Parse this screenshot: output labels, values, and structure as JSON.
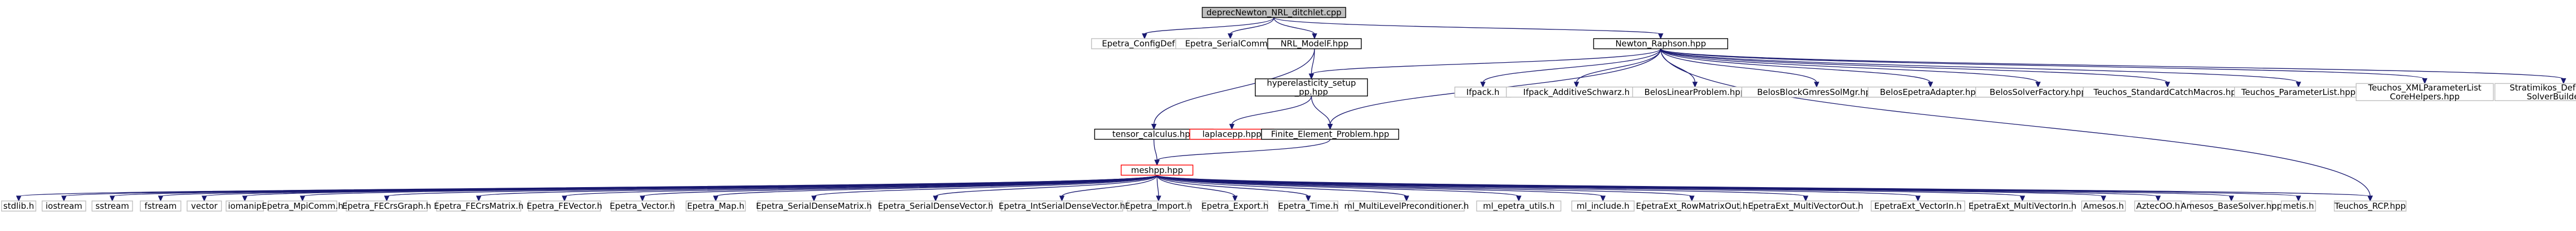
{
  "colors": {
    "edge": "#191970",
    "normal_border": "#000000",
    "system_border": "#bfbfbf",
    "missing_border": "#ff0000",
    "root_fill": "#bfbfbf",
    "default_fill": "#ffffff"
  },
  "nodes": [
    {
      "id": "root",
      "label": "deprecNewton_NRL_ditchlet.cpp",
      "kind": "root"
    },
    {
      "id": "configdefs",
      "label": "Epetra_ConfigDefs.h",
      "kind": "system"
    },
    {
      "id": "serialcomm",
      "label": "Epetra_SerialComm.h",
      "kind": "system"
    },
    {
      "id": "nrlmodel",
      "label": "NRL_ModelF.hpp",
      "kind": "normal"
    },
    {
      "id": "newton",
      "label": "Newton_Raphson.hpp",
      "kind": "normal"
    },
    {
      "id": "hyper",
      "label": [
        "hyperelasticity_setup",
        "_pp.hpp"
      ],
      "kind": "normal"
    },
    {
      "id": "tensor",
      "label": "tensor_calculus.hpp",
      "kind": "normal"
    },
    {
      "id": "laplacepp",
      "label": "laplacepp.hpp",
      "kind": "missing"
    },
    {
      "id": "fep",
      "label": "Finite_Element_Problem.hpp",
      "kind": "normal"
    },
    {
      "id": "meshpp",
      "label": "meshpp.hpp",
      "kind": "missing"
    },
    {
      "id": "ifpack",
      "label": "Ifpack.h",
      "kind": "system"
    },
    {
      "id": "ifpackas",
      "label": "Ifpack_AdditiveSchwarz.h",
      "kind": "system"
    },
    {
      "id": "belp",
      "label": "BelosLinearProblem.hpp",
      "kind": "system"
    },
    {
      "id": "belbg",
      "label": "BelosBlockGmresSolMgr.hpp",
      "kind": "system"
    },
    {
      "id": "belea",
      "label": "BelosEpetraAdapter.hpp",
      "kind": "system"
    },
    {
      "id": "belsf",
      "label": "BelosSolverFactory.hpp",
      "kind": "system"
    },
    {
      "id": "teuscm",
      "label": "Teuchos_StandardCatchMacros.hpp",
      "kind": "system"
    },
    {
      "id": "teupl",
      "label": "Teuchos_ParameterList.hpp",
      "kind": "system"
    },
    {
      "id": "teuxml",
      "label": [
        "Teuchos_XMLParameterList",
        "CoreHelpers.hpp"
      ],
      "kind": "system"
    },
    {
      "id": "strat",
      "label": [
        "Stratimikos_DefaultLinear",
        "SolverBuilder.hpp"
      ],
      "kind": "system"
    },
    {
      "id": "stdlib",
      "label": "stdlib.h",
      "kind": "system"
    },
    {
      "id": "iostream",
      "label": "iostream",
      "kind": "system"
    },
    {
      "id": "sstream",
      "label": "sstream",
      "kind": "system"
    },
    {
      "id": "fstream",
      "label": "fstream",
      "kind": "system"
    },
    {
      "id": "vector",
      "label": "vector",
      "kind": "system"
    },
    {
      "id": "iomanip",
      "label": "iomanip",
      "kind": "system"
    },
    {
      "id": "mpicomm",
      "label": "Epetra_MpiComm.h",
      "kind": "system"
    },
    {
      "id": "fecrsgraph",
      "label": "Epetra_FECrsGraph.h",
      "kind": "system"
    },
    {
      "id": "fecrsmatrix",
      "label": "Epetra_FECrsMatrix.h",
      "kind": "system"
    },
    {
      "id": "fevector",
      "label": "Epetra_FEVector.h",
      "kind": "system"
    },
    {
      "id": "evector",
      "label": "Epetra_Vector.h",
      "kind": "system"
    },
    {
      "id": "emap",
      "label": "Epetra_Map.h",
      "kind": "system"
    },
    {
      "id": "sdmatrix",
      "label": "Epetra_SerialDenseMatrix.h",
      "kind": "system"
    },
    {
      "id": "sdvector",
      "label": "Epetra_SerialDenseVector.h",
      "kind": "system"
    },
    {
      "id": "isdvector",
      "label": "Epetra_IntSerialDenseVector.h",
      "kind": "system"
    },
    {
      "id": "eimport",
      "label": "Epetra_Import.h",
      "kind": "system"
    },
    {
      "id": "eexport",
      "label": "Epetra_Export.h",
      "kind": "system"
    },
    {
      "id": "etime",
      "label": "Epetra_Time.h",
      "kind": "system"
    },
    {
      "id": "mlprec",
      "label": "ml_MultiLevelPreconditioner.h",
      "kind": "system"
    },
    {
      "id": "mlepetra",
      "label": "ml_epetra_utils.h",
      "kind": "system"
    },
    {
      "id": "mlinclude",
      "label": "ml_include.h",
      "kind": "system"
    },
    {
      "id": "extrow",
      "label": "EpetraExt_RowMatrixOut.h",
      "kind": "system"
    },
    {
      "id": "extmvout",
      "label": "EpetraExt_MultiVectorOut.h",
      "kind": "system"
    },
    {
      "id": "extvin",
      "label": "EpetraExt_VectorIn.h",
      "kind": "system"
    },
    {
      "id": "extmvin",
      "label": "EpetraExt_MultiVectorIn.h",
      "kind": "system"
    },
    {
      "id": "amesos",
      "label": "Amesos.h",
      "kind": "system"
    },
    {
      "id": "aztec",
      "label": "AztecOO.h",
      "kind": "system"
    },
    {
      "id": "amesosbase",
      "label": "Amesos_BaseSolver.hpp",
      "kind": "system"
    },
    {
      "id": "metis",
      "label": "metis.h",
      "kind": "system"
    },
    {
      "id": "teurcp",
      "label": "Teuchos_RCP.hpp",
      "kind": "system"
    }
  ],
  "edges": [
    [
      "root",
      "configdefs"
    ],
    [
      "root",
      "serialcomm"
    ],
    [
      "root",
      "nrlmodel"
    ],
    [
      "root",
      "newton"
    ],
    [
      "nrlmodel",
      "hyper"
    ],
    [
      "nrlmodel",
      "tensor"
    ],
    [
      "hyper",
      "laplacepp"
    ],
    [
      "hyper",
      "fep"
    ],
    [
      "newton",
      "hyper"
    ],
    [
      "newton",
      "fep"
    ],
    [
      "newton",
      "ifpack"
    ],
    [
      "newton",
      "ifpackas"
    ],
    [
      "newton",
      "belp"
    ],
    [
      "newton",
      "belbg"
    ],
    [
      "newton",
      "belea"
    ],
    [
      "newton",
      "belsf"
    ],
    [
      "newton",
      "teuscm"
    ],
    [
      "newton",
      "teupl"
    ],
    [
      "newton",
      "teuxml"
    ],
    [
      "newton",
      "strat"
    ],
    [
      "newton",
      "teurcp"
    ],
    [
      "tensor",
      "meshpp"
    ],
    [
      "fep",
      "meshpp"
    ],
    [
      "meshpp",
      "stdlib"
    ],
    [
      "meshpp",
      "iostream"
    ],
    [
      "meshpp",
      "sstream"
    ],
    [
      "meshpp",
      "fstream"
    ],
    [
      "meshpp",
      "vector"
    ],
    [
      "meshpp",
      "iomanip"
    ],
    [
      "meshpp",
      "mpicomm"
    ],
    [
      "meshpp",
      "fecrsgraph"
    ],
    [
      "meshpp",
      "fecrsmatrix"
    ],
    [
      "meshpp",
      "fevector"
    ],
    [
      "meshpp",
      "evector"
    ],
    [
      "meshpp",
      "emap"
    ],
    [
      "meshpp",
      "sdmatrix"
    ],
    [
      "meshpp",
      "sdvector"
    ],
    [
      "meshpp",
      "isdvector"
    ],
    [
      "meshpp",
      "eimport"
    ],
    [
      "meshpp",
      "eexport"
    ],
    [
      "meshpp",
      "etime"
    ],
    [
      "meshpp",
      "mlprec"
    ],
    [
      "meshpp",
      "mlepetra"
    ],
    [
      "meshpp",
      "mlinclude"
    ],
    [
      "meshpp",
      "extrow"
    ],
    [
      "meshpp",
      "extmvout"
    ],
    [
      "meshpp",
      "extvin"
    ],
    [
      "meshpp",
      "extmvin"
    ],
    [
      "meshpp",
      "amesos"
    ],
    [
      "meshpp",
      "aztec"
    ],
    [
      "meshpp",
      "amesosbase"
    ],
    [
      "meshpp",
      "metis"
    ],
    [
      "meshpp",
      "teurcp"
    ]
  ]
}
